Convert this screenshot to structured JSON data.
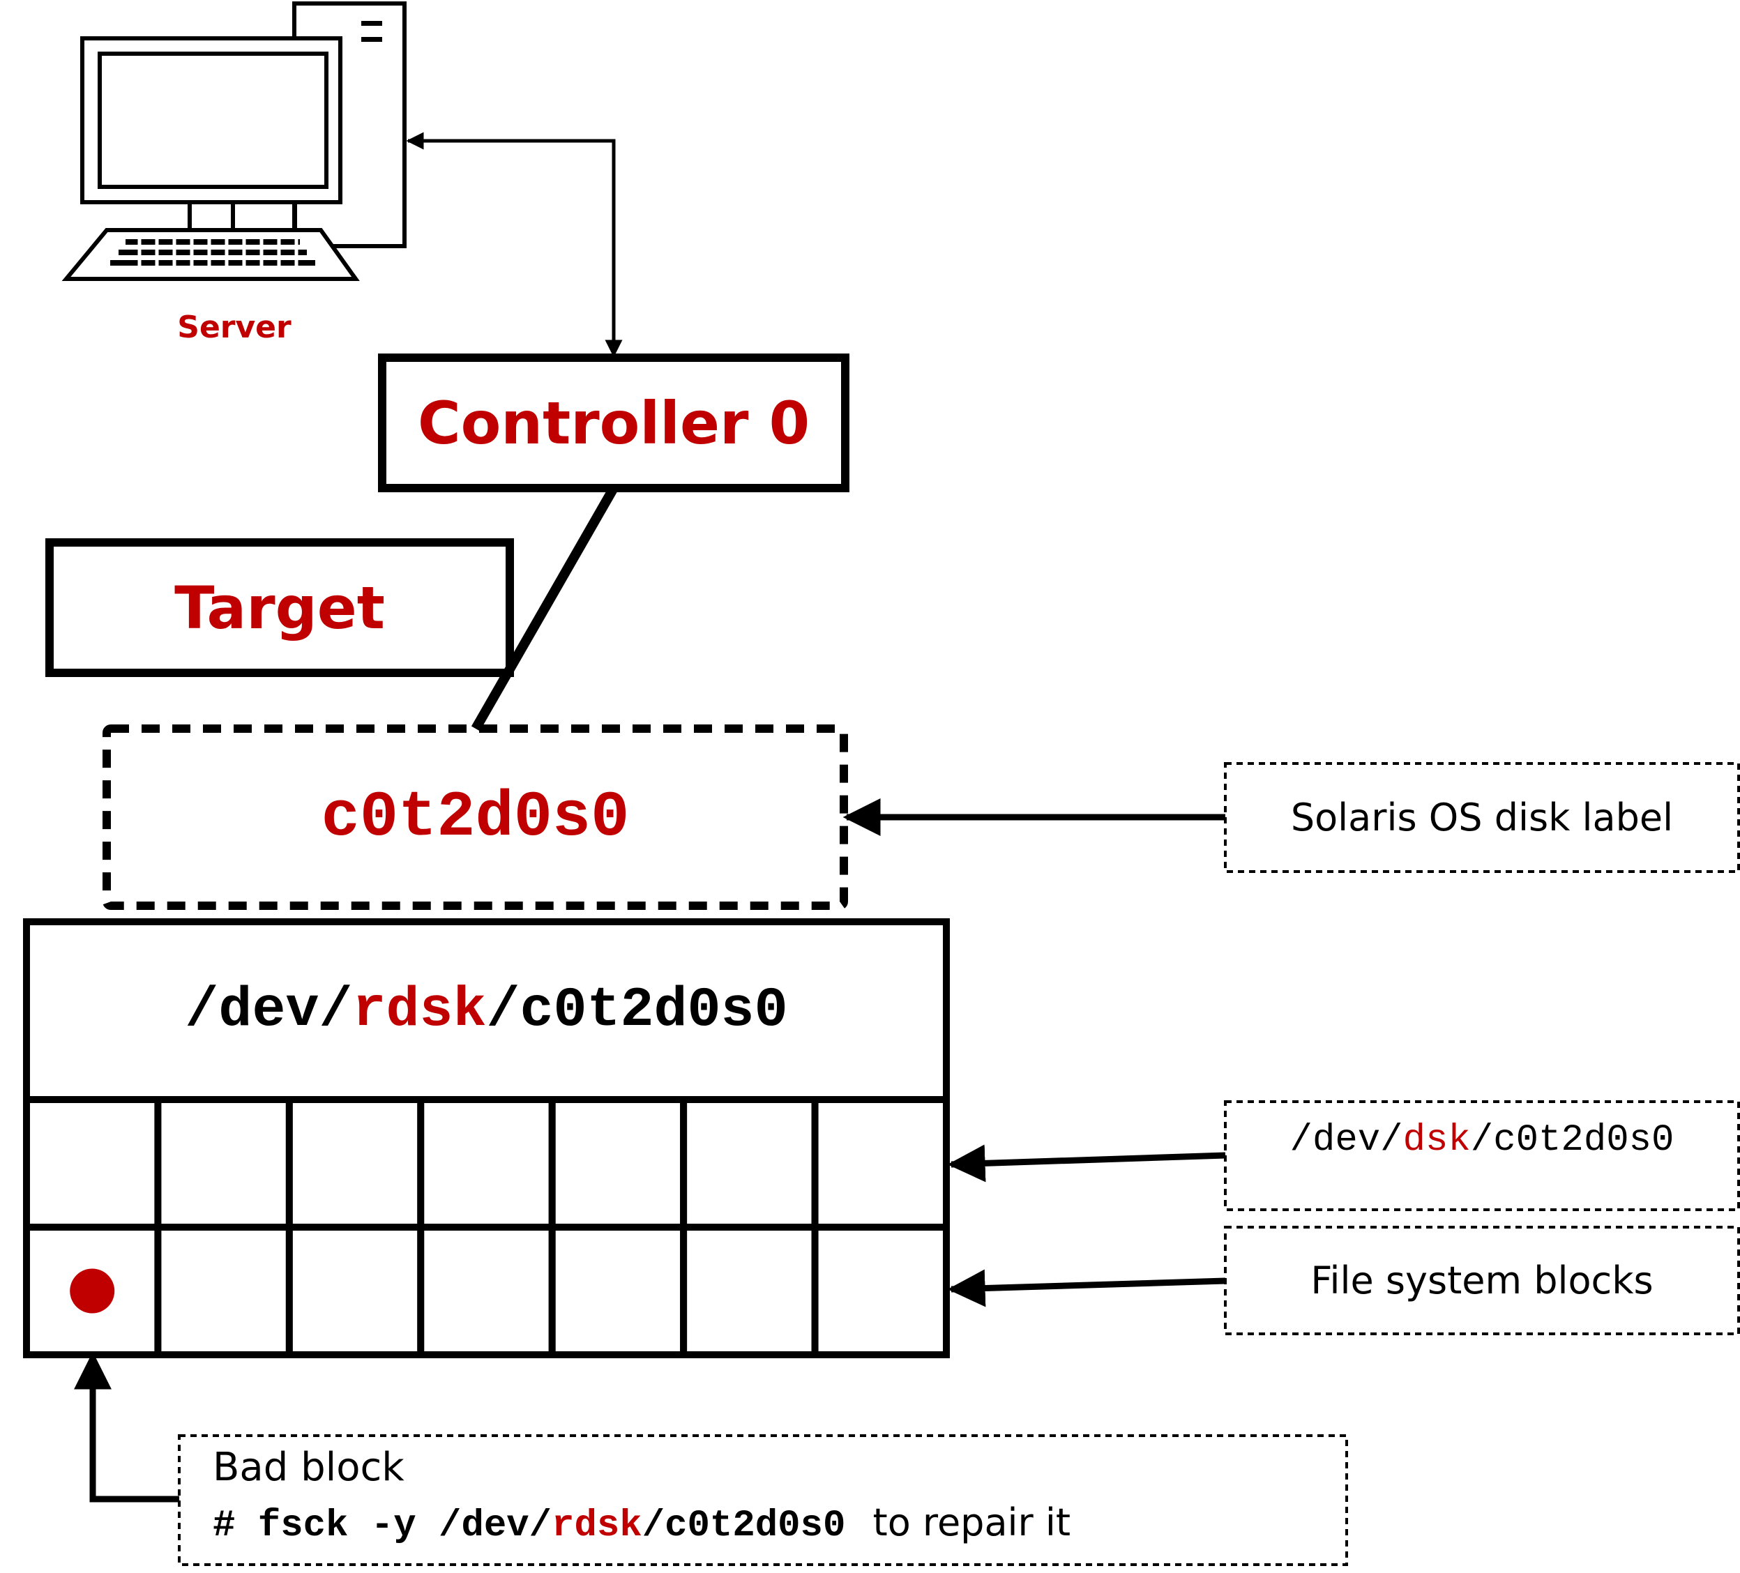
{
  "colors": {
    "accent": "#c00000",
    "ink": "#000000"
  },
  "server": {
    "label": "Server",
    "icon": "desktop-computer-icon"
  },
  "controller": {
    "label": "Controller 0"
  },
  "target": {
    "label": "Target"
  },
  "disk": {
    "label": "c0t2d0s0"
  },
  "raw_device": {
    "prefix": "/dev/",
    "highlight": "rdsk",
    "suffix": "/c0t2d0s0"
  },
  "block_grid": {
    "rows": 2,
    "columns": 7,
    "bad_block": {
      "row": 2,
      "column": 1
    }
  },
  "callouts": {
    "disk_label": "Solaris OS disk label",
    "block_device": {
      "prefix": "/dev/",
      "highlight": "dsk",
      "suffix": "/c0t2d0s0"
    },
    "fs_blocks": "File system blocks",
    "bad_block": {
      "title": "Bad block",
      "cmd_prefix": "# fsck -y /dev/",
      "cmd_highlight": "rdsk",
      "cmd_suffix": "/c0t2d0s0",
      "tail": "to repair it"
    }
  }
}
